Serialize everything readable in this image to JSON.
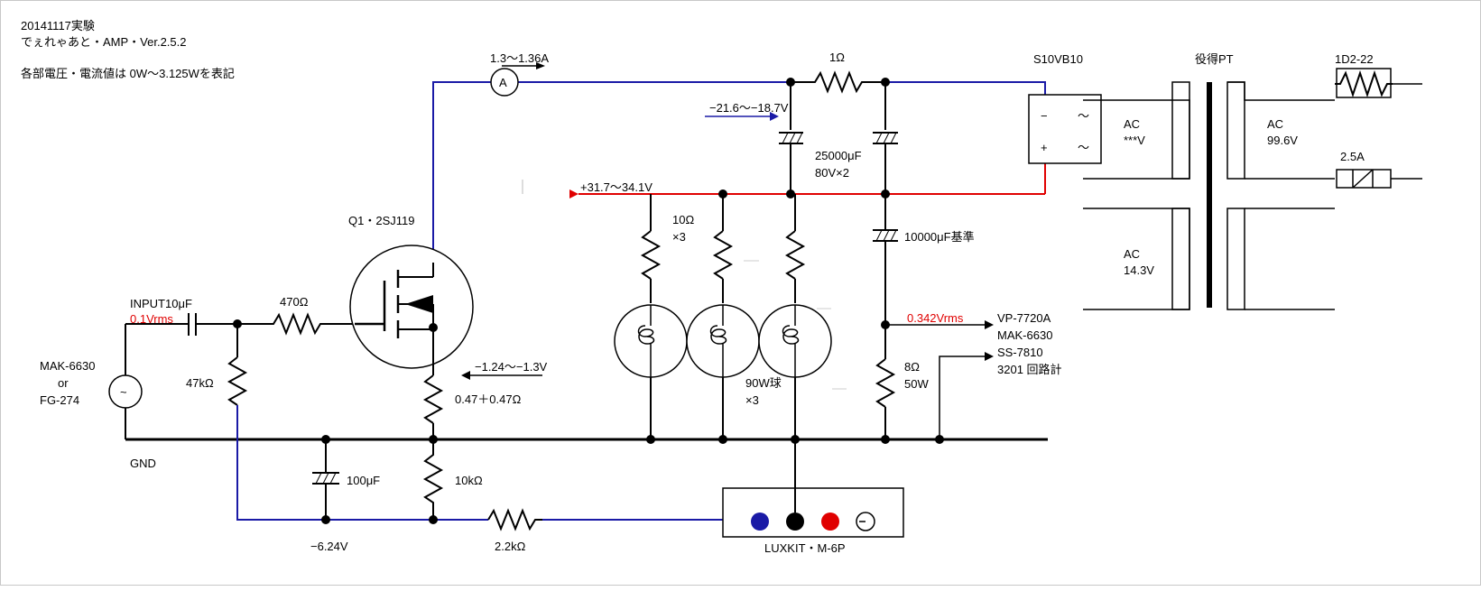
{
  "header": {
    "line1": "20141117実験",
    "line2": "でぇれゃあと・AMP・Ver.2.5.2",
    "line3": "各部電圧・電流値は  0W〜3.125Wを表記"
  },
  "labels": {
    "ammeter_current": "1.3〜1.36A",
    "ammeter_symbol": "A",
    "r_1ohm": "1Ω",
    "bridge_part": "S10VB10",
    "transformer": "役得PT",
    "diode_part": "1D2-22",
    "fuse_rating": "2.5A",
    "v_neg_rail": "−21.6〜−18.7V",
    "cap_main_1": "25000μF",
    "cap_main_2": "80V×2",
    "ac_left_1": "AC",
    "ac_left_2": "***V",
    "ac_right_1": "AC",
    "ac_right_2": "99.6V",
    "ac_lower_1": "AC",
    "ac_lower_2": "14.3V",
    "bridge_minus": "−",
    "bridge_plus": "+",
    "bridge_ac1": "〜",
    "bridge_ac2": "〜",
    "v_pos_rail": "+31.7〜34.1V",
    "r_10ohm_1": "10Ω",
    "r_10ohm_2": "×3",
    "cap_ref": "10000μF基準",
    "q1": "Q1・2SJ119",
    "input_cap": "INPUT10μF",
    "input_level": "0.1Vrms",
    "r_470": "470Ω",
    "out_level": "0.342Vrms",
    "meter_1": "VP-7720A",
    "meter_2": "MAK-6630",
    "meter_3": "SS-7810",
    "meter_4": "3201 回路計",
    "gen_1": "MAK-6630",
    "gen_2": "or",
    "gen_3": "FG-274",
    "gen_symbol": "~",
    "r_47k": "47kΩ",
    "v_gate": "−1.24〜−1.3V",
    "r_source": "0.47＋0.47Ω",
    "bulb_1": "90W球",
    "bulb_2": "×3",
    "r_load_1": "8Ω",
    "r_load_2": "50W",
    "gnd": "GND",
    "cap_100": "100μF",
    "r_10k": "10kΩ",
    "v_bias": "−6.24V",
    "r_2k2": "2.2kΩ",
    "luxkit": "LUXKIT・M-6P"
  },
  "colors": {
    "wire": "#000000",
    "neg_rail": "#1a1aa6",
    "pos_rail": "#e00000",
    "highlight_text": "#e00000"
  }
}
